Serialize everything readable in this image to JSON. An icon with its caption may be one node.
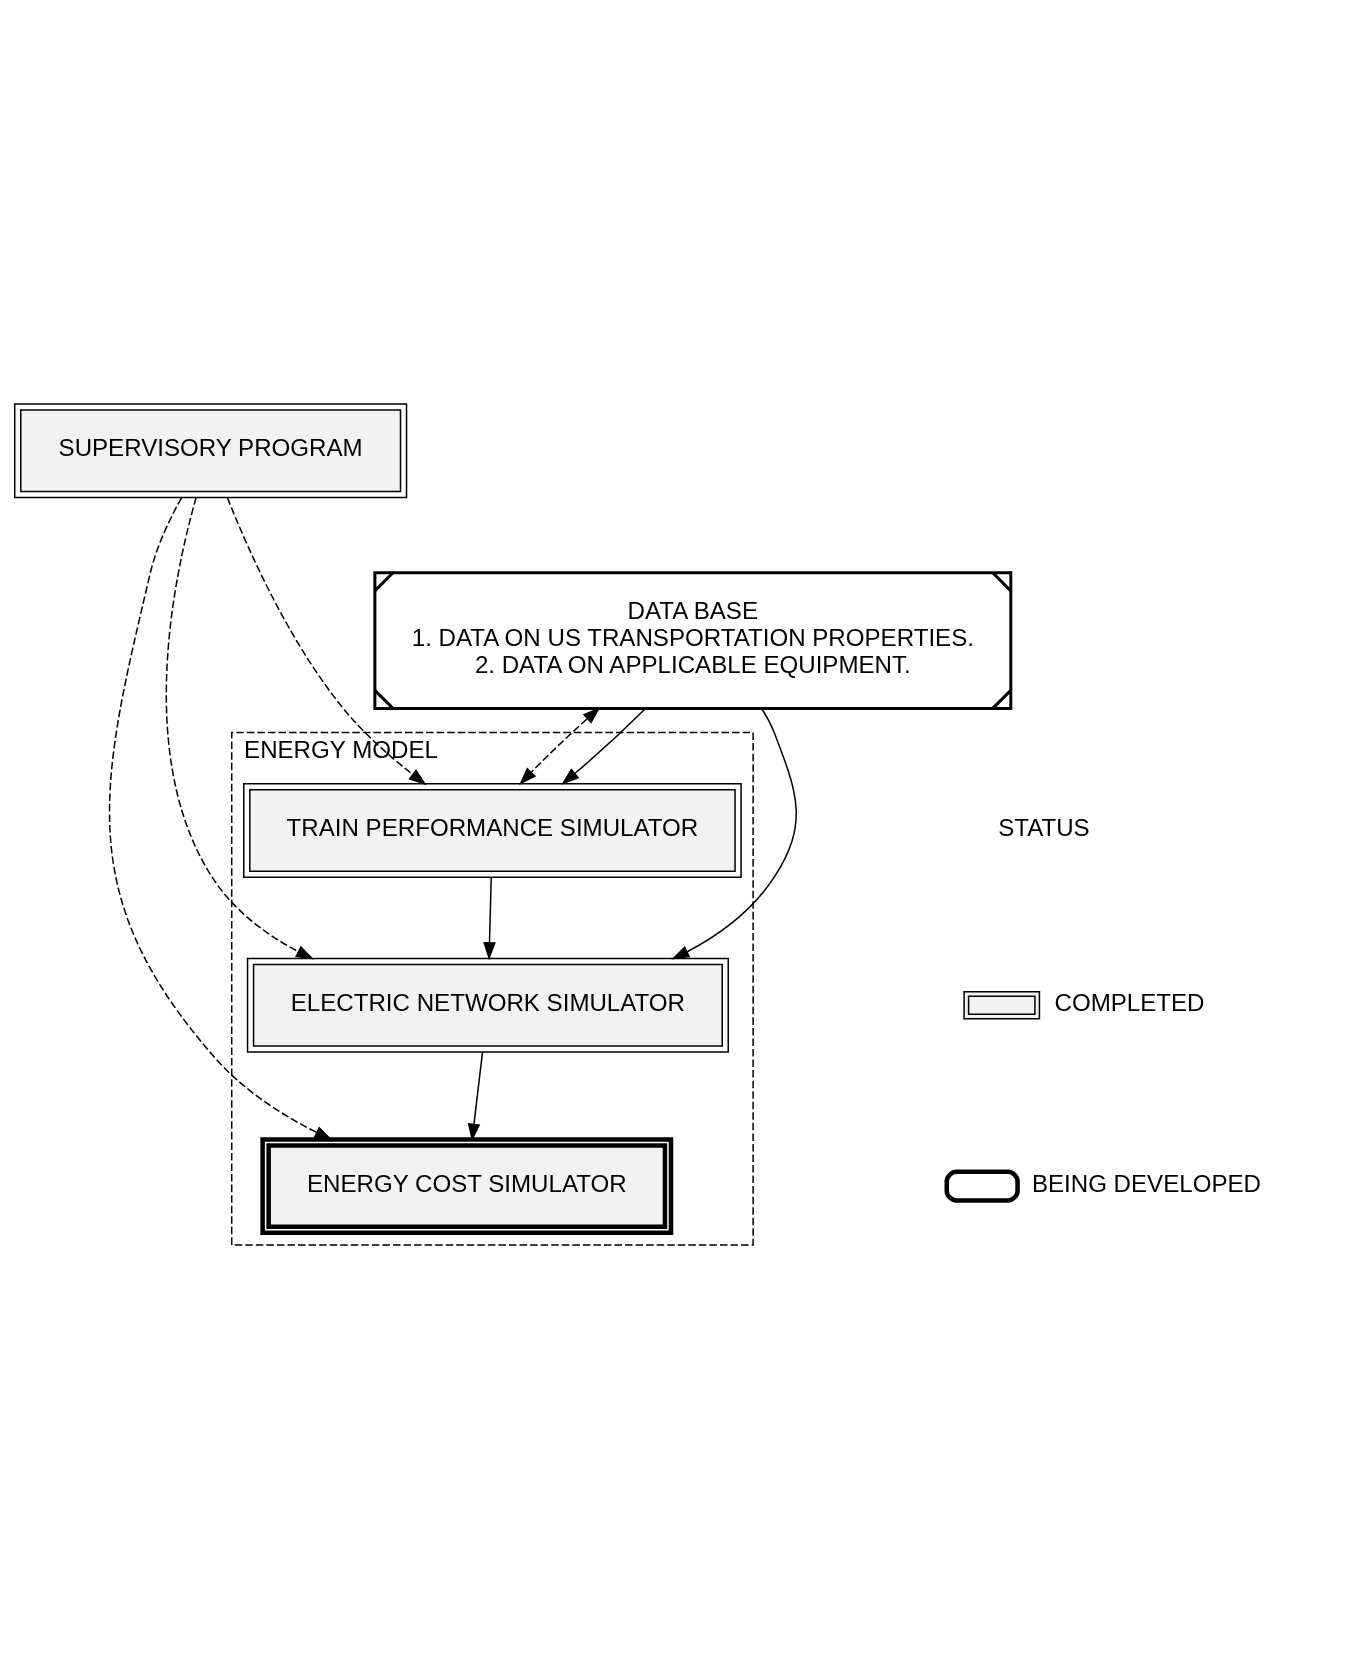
{
  "diagram": {
    "nodes": [
      {
        "text": [
          "SUPERVISORY PROGRAM"
        ]
      },
      {
        "text": [
          "DATA BASE",
          "1. DATA ON US TRANSPORTATION PROPERTIES.",
          "2. DATA ON APPLICABLE EQUIPMENT."
        ]
      },
      {
        "text": [
          "ENERGY MODEL"
        ]
      },
      {
        "text": [
          "TRAIN PERFORMANCE SIMULATOR"
        ],
        "in": 2
      },
      {
        "text": [
          "ELECTRIC NETWORK SIMULATOR"
        ],
        "in": 2
      },
      {
        "text": [
          "ENERGY COST SIMULATOR"
        ],
        "in": 2
      }
    ],
    "edges": [
      {
        "from": 0,
        "to": 3,
        "arrow": "to",
        "style": "dashed"
      },
      {
        "from": 1,
        "to": 3,
        "arrow": "both",
        "style": "dashed"
      },
      {
        "from": 1,
        "to": 3,
        "arrow": "to"
      },
      {
        "from": 1,
        "to": 4,
        "arrow": "to"
      },
      {
        "from": 3,
        "to": 4,
        "arrow": "to"
      },
      {
        "from": 4,
        "to": 5,
        "arrow": "to"
      },
      {
        "from": 0,
        "to": 4,
        "arrow": "to",
        "style": "dashed"
      },
      {
        "from": 0,
        "to": 5,
        "arrow": "to",
        "style": "dashed"
      }
    ],
    "labels": [
      "STATUS"
    ],
    "legend": [
      {
        "text": "COMPLETED"
      },
      {
        "text": "BEING DEVELOPED"
      }
    ]
  }
}
